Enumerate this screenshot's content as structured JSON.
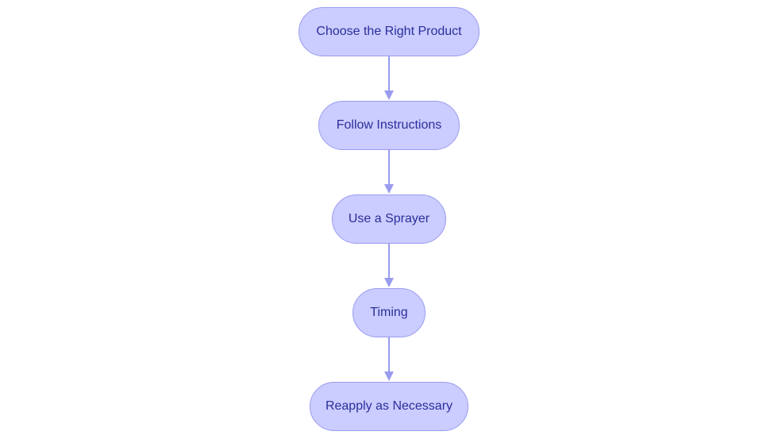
{
  "flowchart": {
    "steps": [
      {
        "label": "Choose the Right Product"
      },
      {
        "label": "Follow Instructions"
      },
      {
        "label": "Use a Sprayer"
      },
      {
        "label": "Timing"
      },
      {
        "label": "Reapply as Necessary"
      }
    ],
    "edges": [
      {
        "from": 0,
        "to": 1
      },
      {
        "from": 1,
        "to": 2
      },
      {
        "from": 2,
        "to": 3
      },
      {
        "from": 3,
        "to": 4
      }
    ],
    "colors": {
      "node_fill": "#cbccff",
      "node_border": "#9a9cf0",
      "text": "#2a2f9a",
      "edge": "#9a9cf0"
    }
  }
}
